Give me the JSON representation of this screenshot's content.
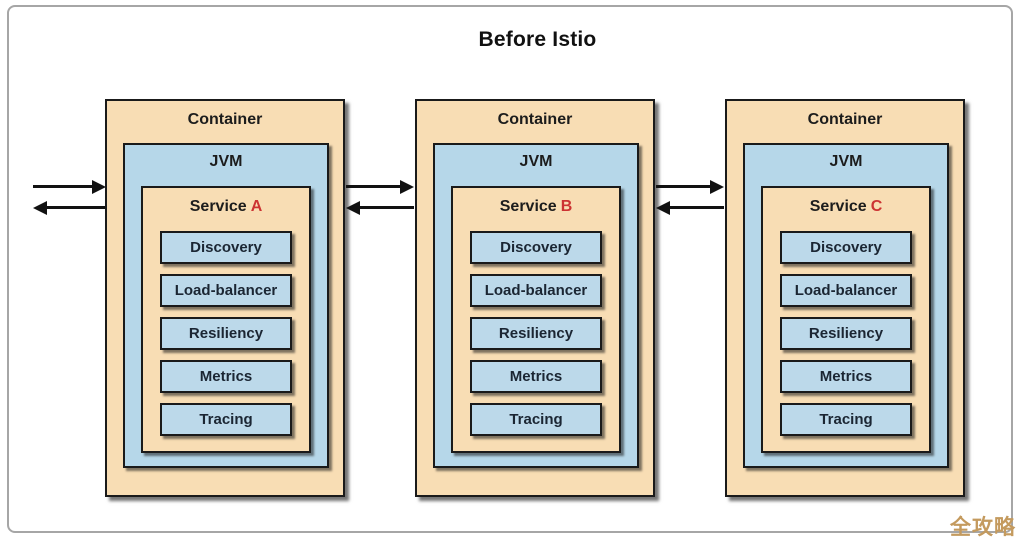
{
  "title": "Before Istio",
  "watermark": "全攻略",
  "colors": {
    "container_fill": "#f8ddb4",
    "jvm_fill": "#b6d7e9",
    "module_fill": "#bcd9ea",
    "border": "#1a1a1a",
    "service_id_red": "#cc3232",
    "frame_gray": "#a6a6a6",
    "arrow_black": "#111111",
    "watermark_gold": "#c49a5e"
  },
  "containers": [
    {
      "label": "Container",
      "jvm_label": "JVM",
      "service_label": "Service",
      "service_id": "A",
      "modules": [
        "Discovery",
        "Load-balancer",
        "Resiliency",
        "Metrics",
        "Tracing"
      ]
    },
    {
      "label": "Container",
      "jvm_label": "JVM",
      "service_label": "Service",
      "service_id": "B",
      "modules": [
        "Discovery",
        "Load-balancer",
        "Resiliency",
        "Metrics",
        "Tracing"
      ]
    },
    {
      "label": "Container",
      "jvm_label": "JVM",
      "service_label": "Service",
      "service_id": "C",
      "modules": [
        "Discovery",
        "Load-balancer",
        "Resiliency",
        "Metrics",
        "Tracing"
      ]
    }
  ]
}
